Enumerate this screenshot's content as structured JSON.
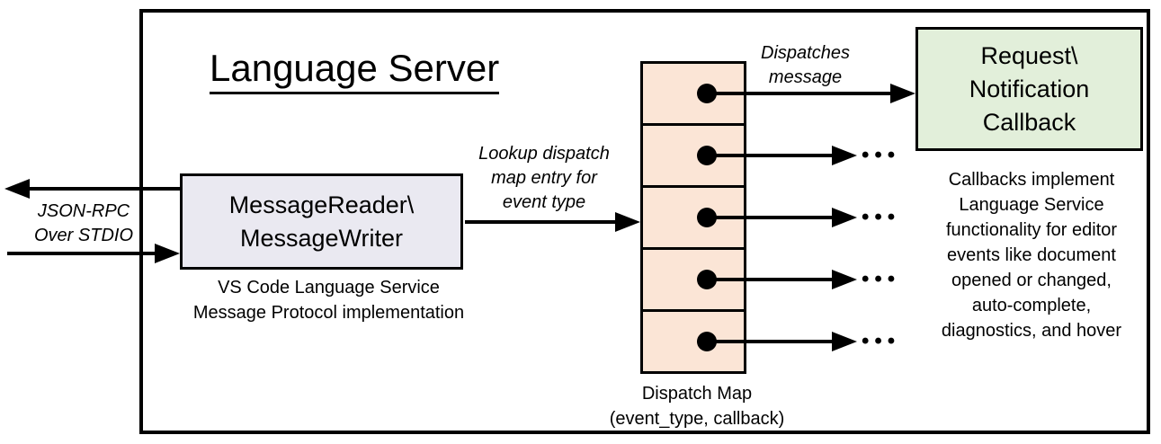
{
  "title": "Language Server",
  "io_label": "JSON-RPC\nOver STDIO",
  "message_handler": {
    "label": "MessageReader\\\nMessageWriter",
    "caption": "VS Code Language Service\nMessage Protocol implementation"
  },
  "lookup_label": "Lookup dispatch\nmap entry for\nevent type",
  "dispatch_label": "Dispatches\nmessage",
  "dispatch_map": {
    "caption": "Dispatch Map\n(event_type, callback)",
    "row_count": 5
  },
  "callback_box": {
    "label": "Request\\\nNotification\nCallback",
    "caption": "Callbacks implement\nLanguage Service\nfunctionality for editor\nevents like document\nopened or changed,\nauto-complete,\ndiagnostics, and hover"
  },
  "ellipsis": "•••",
  "colors": {
    "line": "#000000",
    "handler_fill": "#EAE9F1",
    "map_fill": "#FBE5D6",
    "callback_fill": "#E2EFDA"
  }
}
